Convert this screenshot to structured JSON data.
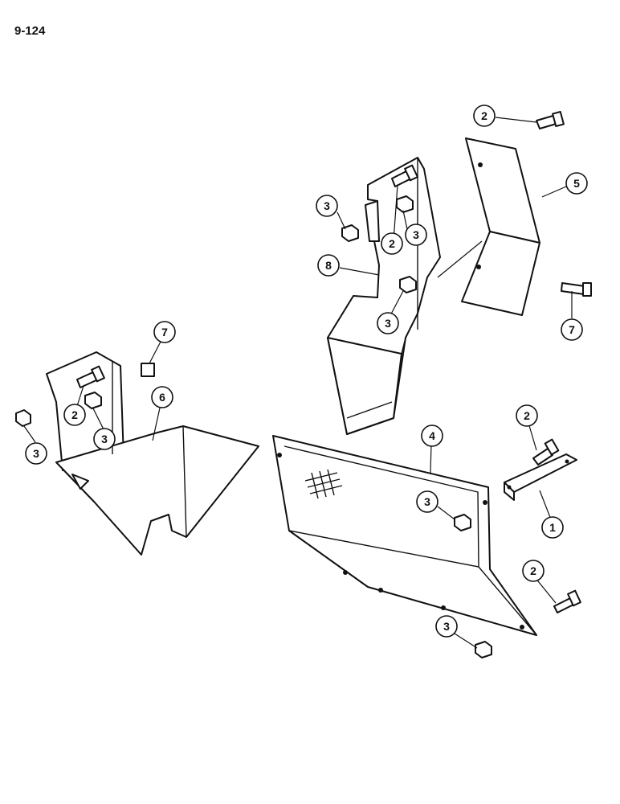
{
  "page": {
    "number": "9-124"
  },
  "callouts": [
    {
      "id": "c2-top",
      "label": "2"
    },
    {
      "id": "c5",
      "label": "5"
    },
    {
      "id": "c3-a",
      "label": "3"
    },
    {
      "id": "c3-b",
      "label": "3"
    },
    {
      "id": "c2-mid",
      "label": "2"
    },
    {
      "id": "c8",
      "label": "8"
    },
    {
      "id": "c3-c",
      "label": "3"
    },
    {
      "id": "c7-right",
      "label": "7"
    },
    {
      "id": "c7-left",
      "label": "7"
    },
    {
      "id": "c2-left",
      "label": "2"
    },
    {
      "id": "c3-left-a",
      "label": "3"
    },
    {
      "id": "c3-left-b",
      "label": "3"
    },
    {
      "id": "c6",
      "label": "6"
    },
    {
      "id": "c4",
      "label": "4"
    },
    {
      "id": "c2-right",
      "label": "2"
    },
    {
      "id": "c3-d",
      "label": "3"
    },
    {
      "id": "c1",
      "label": "1"
    },
    {
      "id": "c2-bottom",
      "label": "2"
    },
    {
      "id": "c3-bottom",
      "label": "3"
    }
  ]
}
